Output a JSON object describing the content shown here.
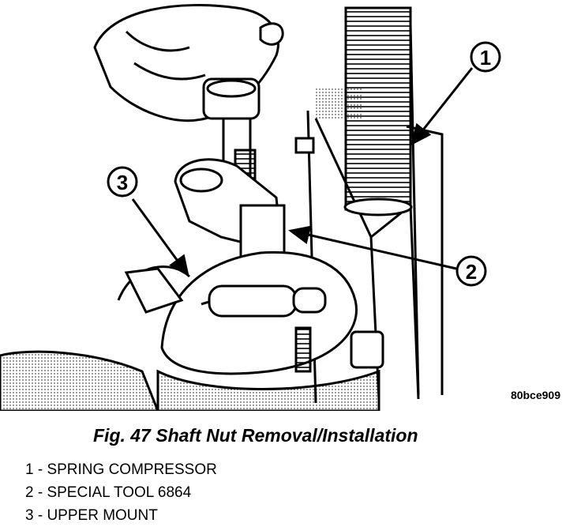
{
  "figure": {
    "caption": "Fig. 47 Shaft Nut Removal/Installation",
    "image_code": "80bce909"
  },
  "callouts": [
    {
      "number": "1"
    },
    {
      "number": "2"
    },
    {
      "number": "3"
    }
  ],
  "legend": [
    "1 - SPRING COMPRESSOR",
    "2 - SPECIAL TOOL 6864",
    "3 - UPPER MOUNT"
  ],
  "colors": {
    "ink": "#000000",
    "paper": "#ffffff"
  }
}
